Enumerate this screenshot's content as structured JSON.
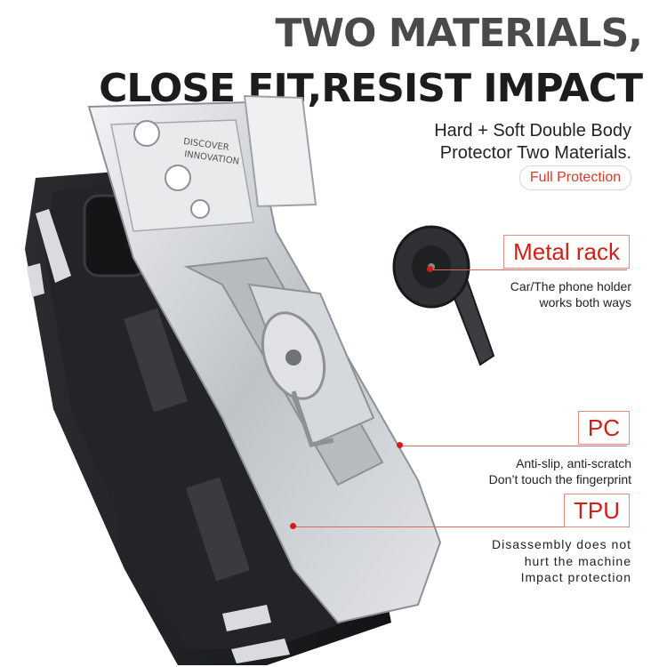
{
  "headline": {
    "line1": "TWO MATERIALS,",
    "line2": "CLOSE FIT,RESIST IMPACT"
  },
  "subhead": {
    "line1": "Hard + Soft Double Body",
    "line2": "Protector Two Materials."
  },
  "badge": "Full Protection",
  "features": [
    {
      "label": "Metal rack",
      "desc": [
        "Car/The phone holder",
        "works both ways"
      ]
    },
    {
      "label": "PC",
      "desc": [
        "Anti-slip, anti-scratch",
        "Don’t touch the fingerprint"
      ]
    },
    {
      "label": "TPU",
      "desc": [
        "Disassembly does not",
        "hurt the machine",
        "Impact protection"
      ]
    }
  ],
  "case_print": [
    "DISCOVER",
    "INNOVATION"
  ],
  "colors": {
    "accent": "#d11f16",
    "silver": "#c9ccd0",
    "black_case": "#1b1c1e"
  }
}
